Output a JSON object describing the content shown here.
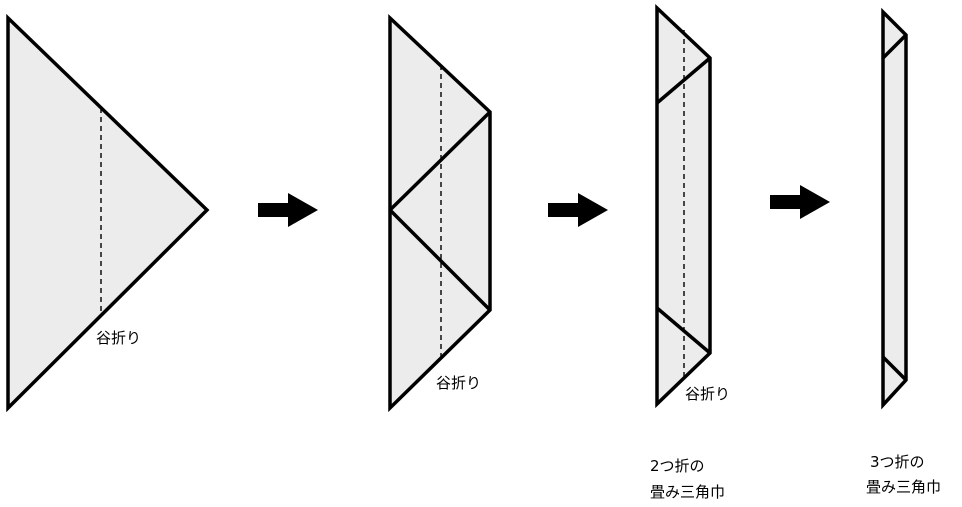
{
  "steps": [
    {
      "fold_label": "谷折り"
    },
    {
      "fold_label": "谷折り"
    },
    {
      "fold_label": "谷折り",
      "caption_line1": "2つ折の",
      "caption_line2": "畳み三角巾"
    },
    {
      "caption_line1": "3つ折の",
      "caption_line2": "畳み三角巾"
    }
  ],
  "colors": {
    "paper": "#ececec",
    "outline": "#000000",
    "background": "#ffffff"
  },
  "icons": {
    "arrow": "right-arrow-icon"
  }
}
